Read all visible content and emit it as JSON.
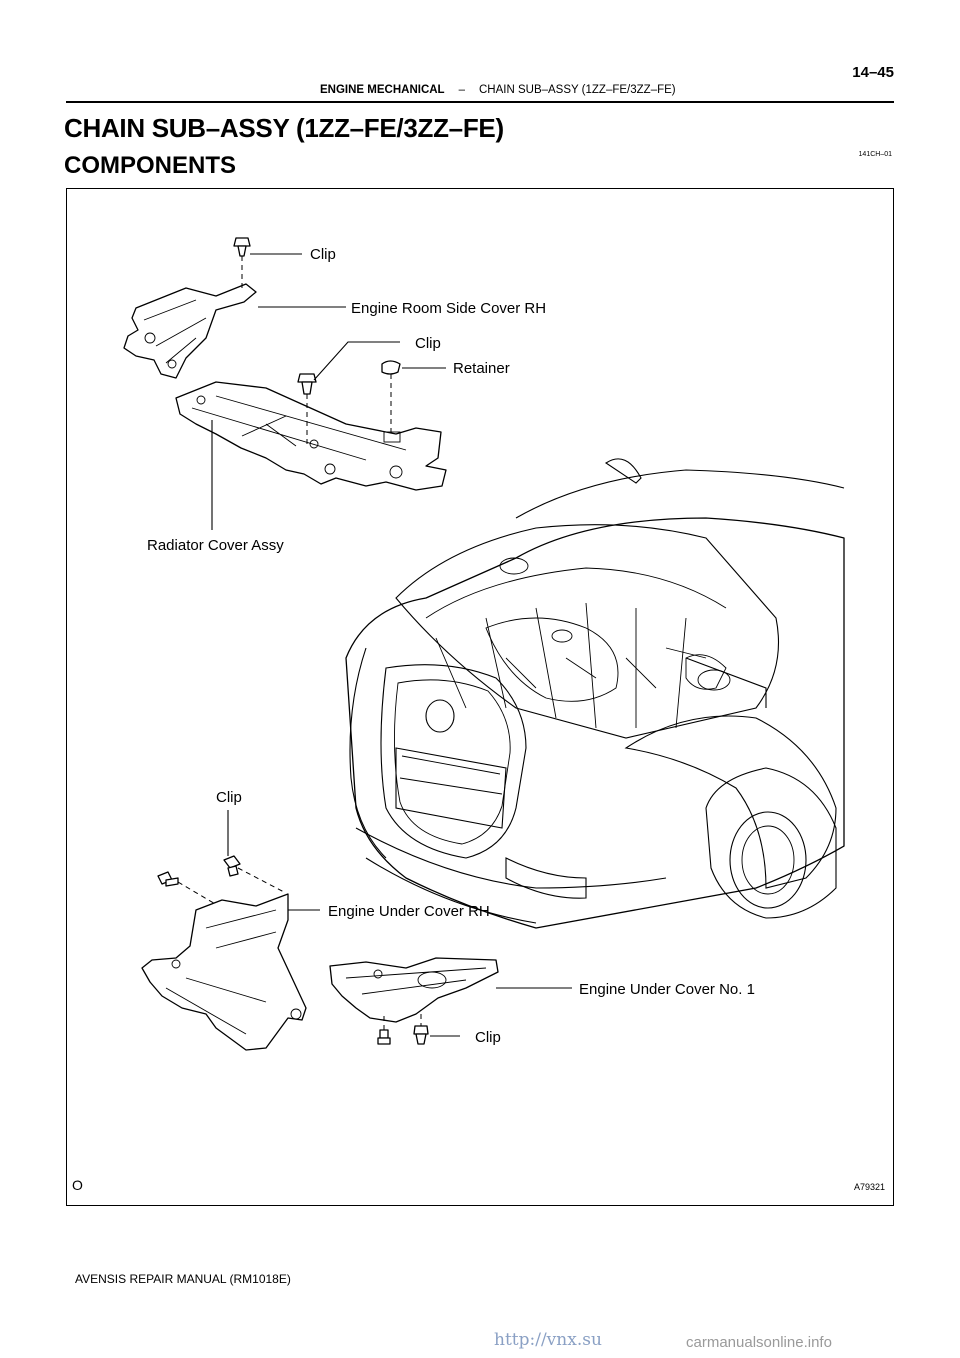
{
  "header": {
    "section": "ENGINE MECHANICAL",
    "separator": "–",
    "subsection": "CHAIN SUB–ASSY (1ZZ–FE/3ZZ–FE)",
    "page_number": "14–45"
  },
  "title": "CHAIN SUB–ASSY (1ZZ–FE/3ZZ–FE)",
  "subtitle": "COMPONENTS",
  "doc_code": "141CH–01",
  "diagram": {
    "labels": {
      "clip_top": "Clip",
      "engine_room_side_cover_rh": "Engine Room Side Cover RH",
      "clip_mid": "Clip",
      "retainer": "Retainer",
      "radiator_cover_assy": "Radiator Cover Assy",
      "clip_lower": "Clip",
      "engine_under_cover_rh": "Engine Under Cover RH",
      "engine_under_cover_no1": "Engine Under Cover No. 1",
      "clip_bottom": "Clip"
    },
    "corner_mark": "O",
    "figure_id": "A79321"
  },
  "footer": "AVENSIS REPAIR MANUAL   (RM1018E)",
  "watermark": {
    "left": "http://vnx.su",
    "right": "carmanualsonline.info"
  }
}
